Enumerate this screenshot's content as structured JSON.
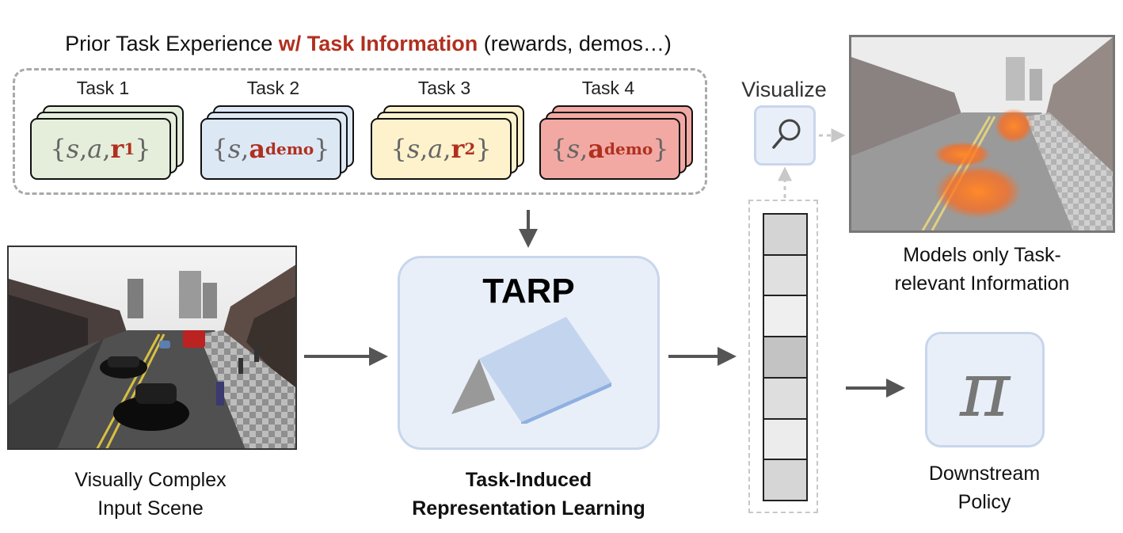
{
  "header": {
    "prefix": "Prior Task Experience ",
    "highlight": "w/ Task Information",
    "suffix": " (rewards, demos…)"
  },
  "tasks": [
    {
      "label": "Task 1",
      "color": "#e5eedb",
      "content": [
        "{",
        "s",
        ", ",
        "a",
        ", ",
        "r",
        "1",
        "}"
      ]
    },
    {
      "label": "Task 2",
      "color": "#dde8f5",
      "content": [
        "{",
        "s",
        ", ",
        "a",
        "demo",
        "}"
      ]
    },
    {
      "label": "Task 3",
      "color": "#fdf2cc",
      "content": [
        "{",
        "s",
        ", ",
        "a",
        ", ",
        "r",
        "2",
        "}"
      ]
    },
    {
      "label": "Task 4",
      "color": "#f2a9a3",
      "content": [
        "{",
        "s",
        ", ",
        "a",
        "demo",
        "}"
      ]
    }
  ],
  "tarp": {
    "title": "TARP",
    "caption_line1": "Task-Induced",
    "caption_line2": "Representation Learning"
  },
  "input_scene": {
    "caption_line1": "Visually Complex",
    "caption_line2": "Input Scene"
  },
  "visualize": {
    "label": "Visualize",
    "icon": "magnifier-icon"
  },
  "representation_vector": {
    "cell_shades": [
      "#d4d4d4",
      "#e0e0e0",
      "#efefef",
      "#c3c3c3",
      "#dedede",
      "#ececec",
      "#d6d6d6"
    ]
  },
  "output_scene": {
    "caption_line1": "Models only Task-",
    "caption_line2": "relevant Information"
  },
  "policy": {
    "symbol": "π",
    "caption_line1": "Downstream",
    "caption_line2": "Policy"
  },
  "colors": {
    "highlight": "#b03020",
    "accent_box_fill": "#e9eff8",
    "accent_box_border": "#c8d6ec",
    "arrow": "#555555"
  }
}
